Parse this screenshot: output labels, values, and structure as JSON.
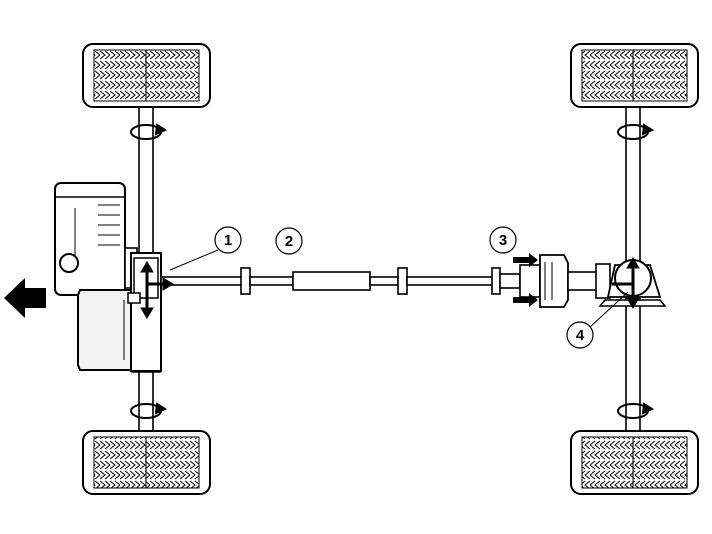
{
  "diagram": {
    "callouts": [
      {
        "id": "callout-1",
        "label": "1"
      },
      {
        "id": "callout-2",
        "label": "2"
      },
      {
        "id": "callout-3",
        "label": "3"
      },
      {
        "id": "callout-4",
        "label": "4"
      }
    ]
  },
  "colors": {
    "line": "#000000",
    "background": "#ffffff",
    "engine_shade": "#f2f2f2"
  }
}
